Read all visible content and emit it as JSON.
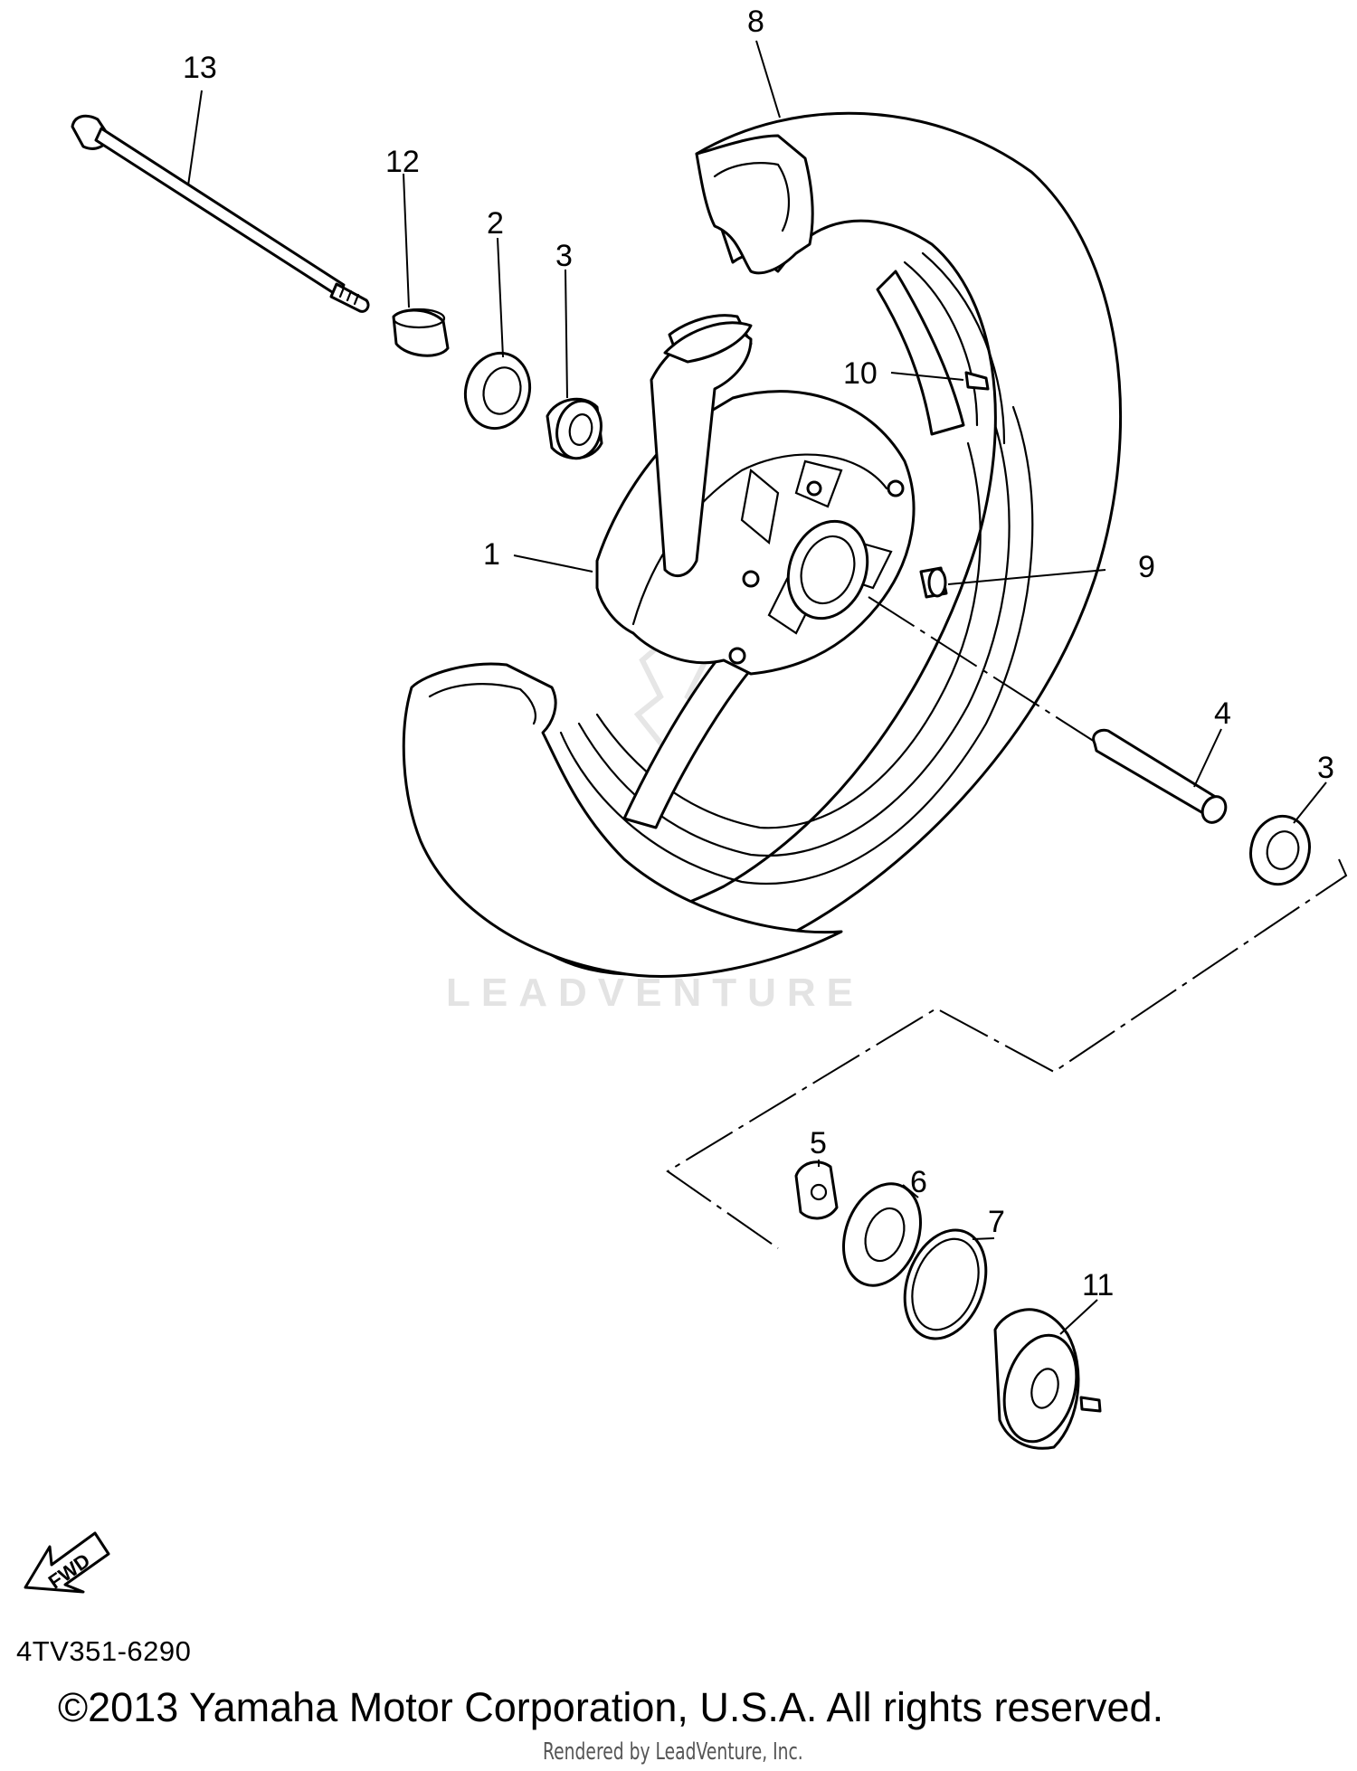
{
  "diagram": {
    "callouts": {
      "c1": "1",
      "c2": "2",
      "c3a": "3",
      "c3b": "3",
      "c4": "4",
      "c5": "5",
      "c6": "6",
      "c7": "7",
      "c8": "8",
      "c9": "9",
      "c10": "10",
      "c11": "11",
      "c12": "12",
      "c13": "13"
    },
    "fwd_label": "FWD",
    "watermark": "LEADVENTURE"
  },
  "footer": {
    "ref_code": "4TV351-6290",
    "copyright": "©2013 Yamaha Motor Corporation, U.S.A. All rights reserved.",
    "rendered_by": "Rendered by LeadVenture, Inc."
  }
}
